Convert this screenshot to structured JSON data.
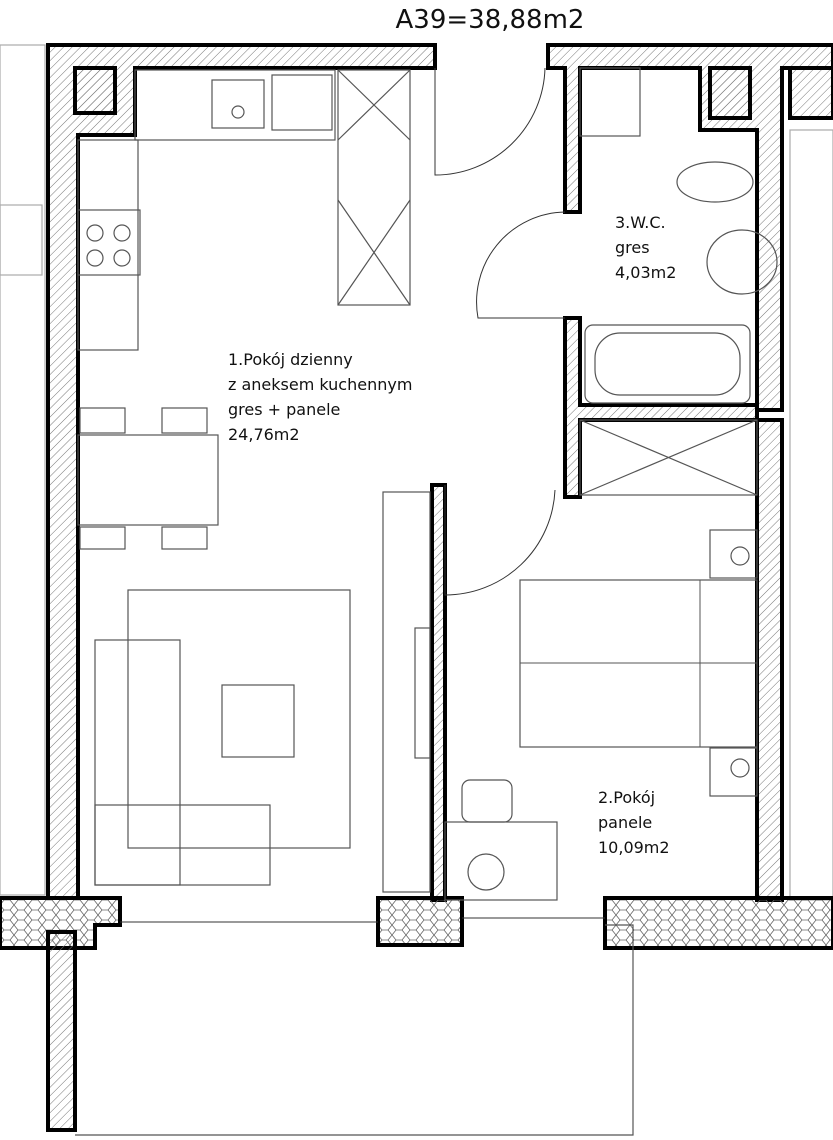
{
  "title": "A39=38,88m2",
  "rooms": [
    {
      "lines": [
        "1.Pokój dzienny",
        "z aneksem kuchennym",
        "gres + panele",
        "24,76m2"
      ]
    },
    {
      "lines": [
        "3.W.C.",
        "gres",
        "4,03m2"
      ]
    },
    {
      "lines": [
        "2.Pokój",
        "panele",
        "10,09m2"
      ]
    }
  ]
}
